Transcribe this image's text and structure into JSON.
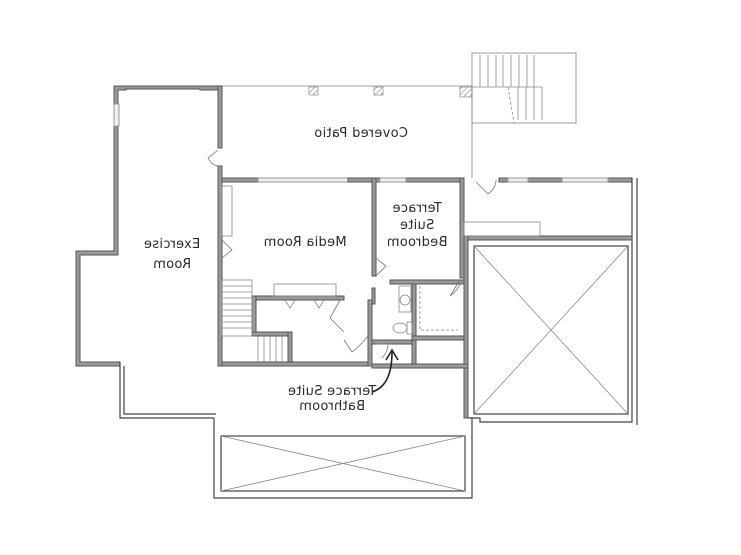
{
  "diagram": {
    "type": "architectural floor plan",
    "orientation": "mirrored horizontally (labels rendered in reverse)",
    "colors": {
      "background": "#ffffff",
      "wall_fill": "#9a9a9a",
      "wall_stroke": "#555555",
      "line": "#666666",
      "text": "#2a2a2a"
    },
    "rooms": [
      {
        "id": "covered-patio",
        "lines": [
          "Covered Patio"
        ]
      },
      {
        "id": "exercise-room",
        "lines": [
          "Exercise",
          "Room"
        ]
      },
      {
        "id": "media-room",
        "lines": [
          "Media Room"
        ]
      },
      {
        "id": "terrace-suite-bedroom",
        "lines": [
          "Terrace",
          "Suite",
          "Bedroom"
        ]
      },
      {
        "id": "terrace-suite-bathroom",
        "lines": [
          "Terrace Suite",
          "Bathroom"
        ]
      }
    ],
    "features": [
      "exterior staircase (top right)",
      "interior staircase (left of media room)",
      "open-to-below area with X (right)",
      "open-to-below area with X (bottom)",
      "bathroom fixtures: toilet, sink, shower",
      "callout arrow pointing to bathroom"
    ]
  }
}
